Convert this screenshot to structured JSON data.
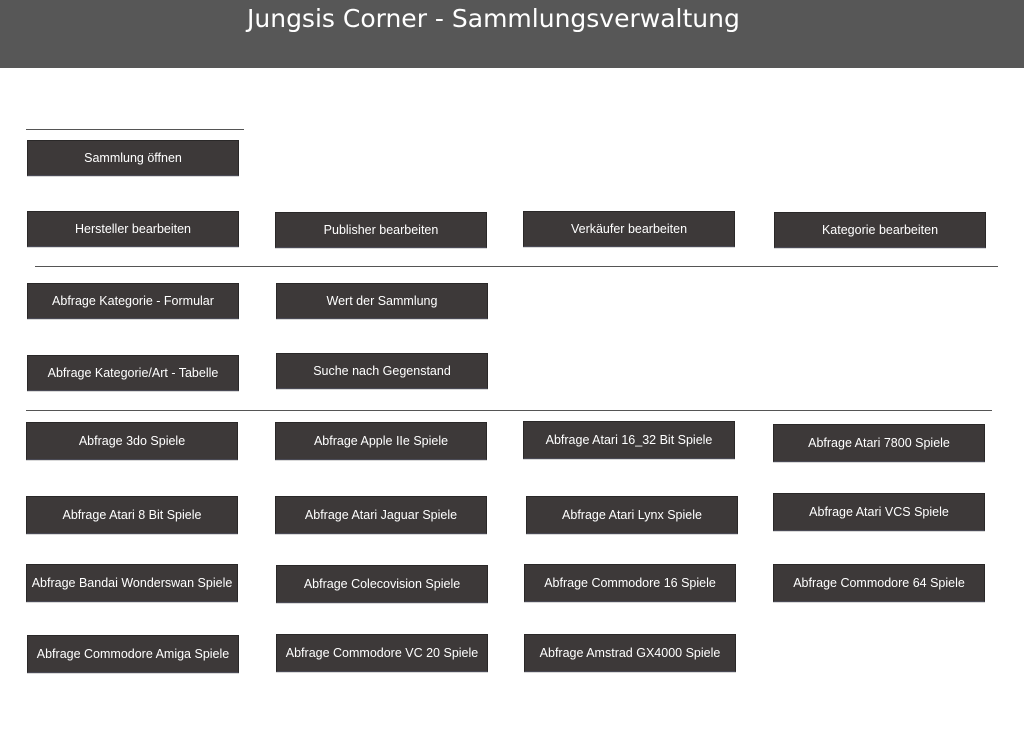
{
  "header": {
    "title": "Jungsis Corner - Sammlungsverwaltung",
    "bg_color": "#575757"
  },
  "colors": {
    "button_bg": "#3d3939",
    "button_text": "#ffffff",
    "divider": "#555555"
  },
  "sections": {
    "open": {
      "open_collection": "Sammlung öffnen"
    },
    "edit": {
      "manufacturer": "Hersteller bearbeiten",
      "publisher": "Publisher bearbeiten",
      "seller": "Verkäufer bearbeiten",
      "category": "Kategorie bearbeiten"
    },
    "queries": {
      "category_form": "Abfrage Kategorie - Formular",
      "collection_value": "Wert der Sammlung",
      "category_type_table": "Abfrage Kategorie/Art - Tabelle",
      "item_search": "Suche nach Gegenstand"
    },
    "games": {
      "3do": "Abfrage 3do Spiele",
      "apple_2e": "Abfrage Apple IIe Spiele",
      "atari_16_32": "Abfrage Atari 16_32 Bit Spiele",
      "atari_7800": "Abfrage Atari 7800 Spiele",
      "atari_8bit": "Abfrage Atari 8 Bit Spiele",
      "atari_jaguar": "Abfrage Atari Jaguar Spiele",
      "atari_lynx": "Abfrage Atari Lynx Spiele",
      "atari_vcs": "Abfrage Atari VCS Spiele",
      "bandai_wonderswan": "Abfrage Bandai Wonderswan Spiele",
      "colecovision": "Abfrage Colecovision Spiele",
      "commodore_16": "Abfrage Commodore 16 Spiele",
      "commodore_64": "Abfrage Commodore 64 Spiele",
      "commodore_amiga": "Abfrage Commodore Amiga Spiele",
      "commodore_vc20": "Abfrage Commodore VC 20 Spiele",
      "amstrad_gx4000": "Abfrage Amstrad GX4000 Spiele"
    }
  }
}
